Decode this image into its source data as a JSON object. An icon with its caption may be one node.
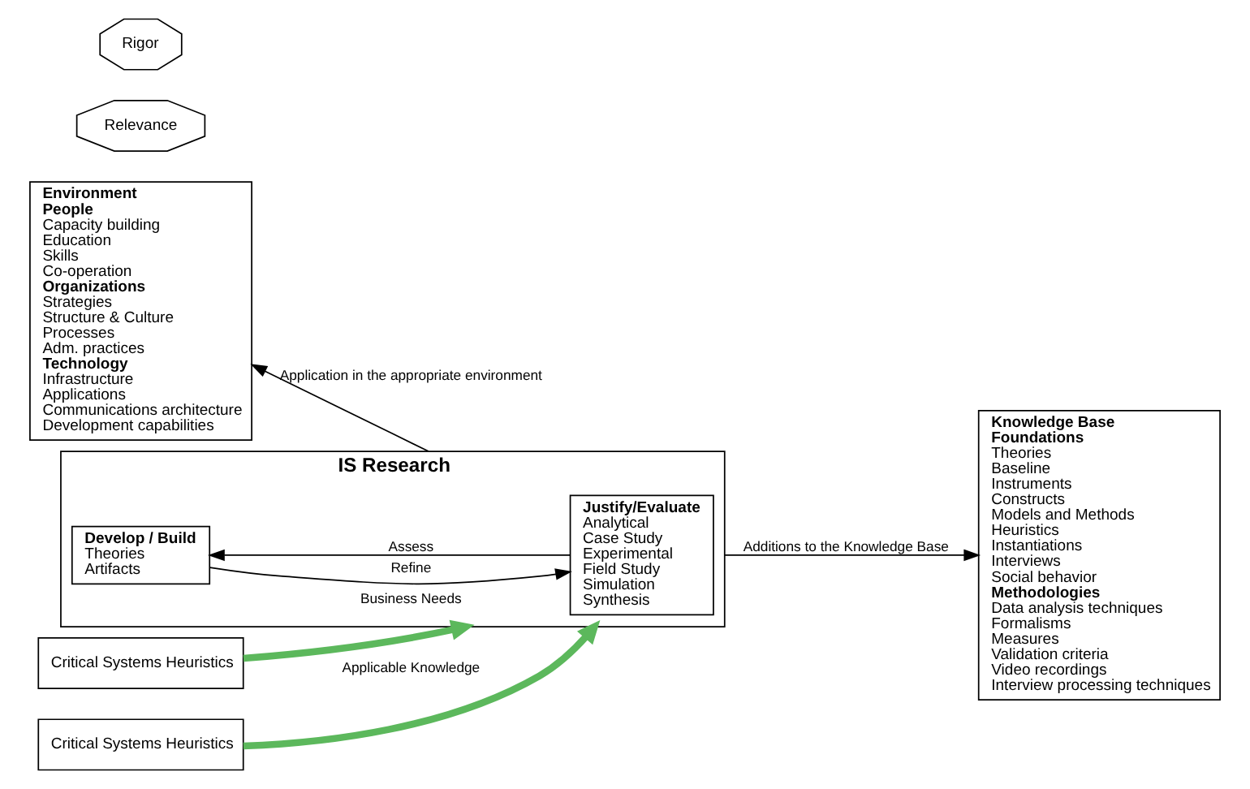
{
  "diagram": {
    "nodes": [
      {
        "text": [
          "Environment",
          "People",
          "Capacity building",
          "Education",
          "Skills",
          "Co-operation",
          "Organizations",
          "Strategies",
          "Structure & Culture",
          "Processes",
          "Adm. practices",
          "Technology",
          "Infrastructure",
          "Applications",
          "Communications architecture",
          "Development capabilities"
        ]
      },
      {
        "text": [
          "Critical Systems Heuristics"
        ]
      },
      {
        "text": [
          "IS Research"
        ]
      },
      {
        "text": [
          "Develop / Build",
          "Theories",
          "Artifacts"
        ],
        "in": 2
      },
      {
        "text": [
          "Justify/Evaluate",
          "Analytical",
          "Case Study",
          "Experimental",
          "Field Study",
          "Simulation",
          "Synthesis"
        ],
        "in": 2
      },
      {
        "text": [
          "Critical Systems Heuristics"
        ]
      },
      {
        "text": [
          "Knowledge Base",
          "Foundations",
          "Theories",
          "Baseline",
          "Instruments",
          "Constructs",
          "Models and Methods",
          "Heuristics",
          "Instantiations",
          "Interviews",
          "Social behavior",
          "Methodologies",
          "Data analysis techniques",
          "Formalisms",
          "Measures",
          "Validation criteria",
          "Video recordings",
          "Interview processing techniques"
        ]
      },
      {
        "text": [
          "Relevance"
        ]
      },
      {
        "text": [
          "Rigor"
        ]
      }
    ],
    "edges": [
      {
        "from": 1,
        "to": 2,
        "arrow": "to",
        "label": "Business Needs",
        "style": "thick",
        "color": "#5cb85c"
      },
      {
        "from": 5,
        "to": 2,
        "arrow": "to",
        "label": "Applicable Knowledge",
        "style": "thick",
        "color": "#5cb85c"
      },
      {
        "from": 4,
        "to": 3,
        "arrow": "to",
        "label": "Assess"
      },
      {
        "from": 3,
        "to": 4,
        "arrow": "to",
        "label": "Refine"
      },
      {
        "from": 2,
        "to": 0,
        "arrow": "to",
        "label": "Application in the appropriate environment"
      },
      {
        "from": 2,
        "to": 6,
        "arrow": "to",
        "label": "Additions to the Knowledge Base"
      }
    ]
  }
}
